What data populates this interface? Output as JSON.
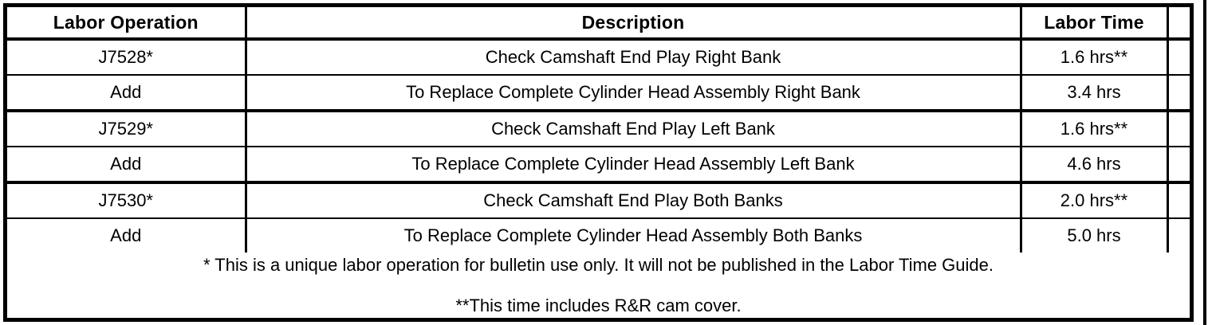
{
  "table": {
    "columns": [
      {
        "key": "labor_operation",
        "label": "Labor Operation"
      },
      {
        "key": "description",
        "label": "Description"
      },
      {
        "key": "labor_time",
        "label": "Labor Time"
      },
      {
        "key": "blank",
        "label": ""
      }
    ],
    "rows": [
      {
        "labor_operation": "J7528*",
        "description": "Check Camshaft End Play Right Bank",
        "labor_time": "1.6 hrs**",
        "blank": ""
      },
      {
        "labor_operation": "Add",
        "description": "To Replace Complete Cylinder Head Assembly Right Bank",
        "labor_time": "3.4 hrs",
        "blank": ""
      },
      {
        "labor_operation": "J7529*",
        "description": "Check Camshaft End Play Left Bank",
        "labor_time": "1.6 hrs**",
        "blank": ""
      },
      {
        "labor_operation": "Add",
        "description": "To Replace Complete Cylinder Head Assembly Left Bank",
        "labor_time": "4.6 hrs",
        "blank": ""
      },
      {
        "labor_operation": "J7530*",
        "description": "Check Camshaft End Play Both Banks",
        "labor_time": "2.0 hrs**",
        "blank": ""
      },
      {
        "labor_operation": "Add",
        "description": "To Replace Complete Cylinder Head Assembly Both Banks",
        "labor_time": "5.0 hrs",
        "blank": ""
      }
    ],
    "footnotes": [
      "* This is a unique labor operation for bulletin use only. It will not be published in the Labor Time Guide.",
      "**This time includes R&R cam cover."
    ]
  },
  "colors": {
    "rule": "#000000",
    "text": "#000000",
    "background": "#ffffff"
  }
}
